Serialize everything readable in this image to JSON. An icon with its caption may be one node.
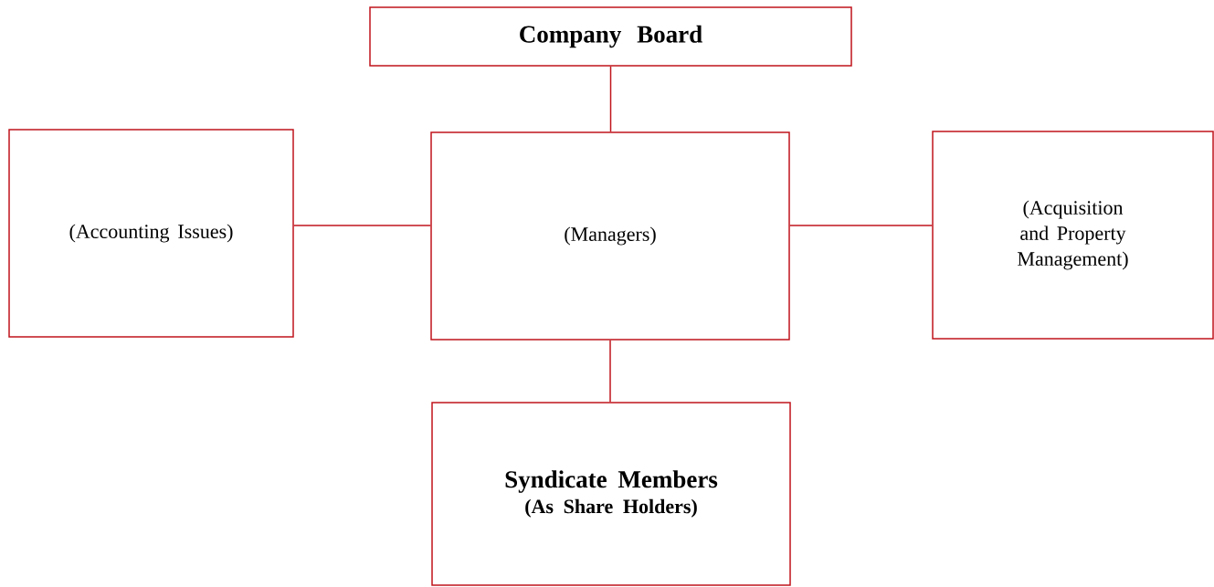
{
  "diagram": {
    "nodes": [
      {
        "text": [
          "Company Board"
        ]
      },
      {
        "text": [
          "(Managers)"
        ]
      },
      {
        "text": [
          "(Accounting Issues)"
        ]
      },
      {
        "text": [
          "(Acquisition and Property Management)"
        ]
      },
      {
        "text": [
          "Syndicate Members",
          "(As Share Holders)"
        ]
      }
    ],
    "edges": [
      {
        "from": 0,
        "to": 1,
        "arrow": "none"
      },
      {
        "from": 2,
        "to": 1,
        "arrow": "none"
      },
      {
        "from": 1,
        "to": 3,
        "arrow": "none"
      },
      {
        "from": 1,
        "to": 4,
        "arrow": "none"
      }
    ]
  }
}
